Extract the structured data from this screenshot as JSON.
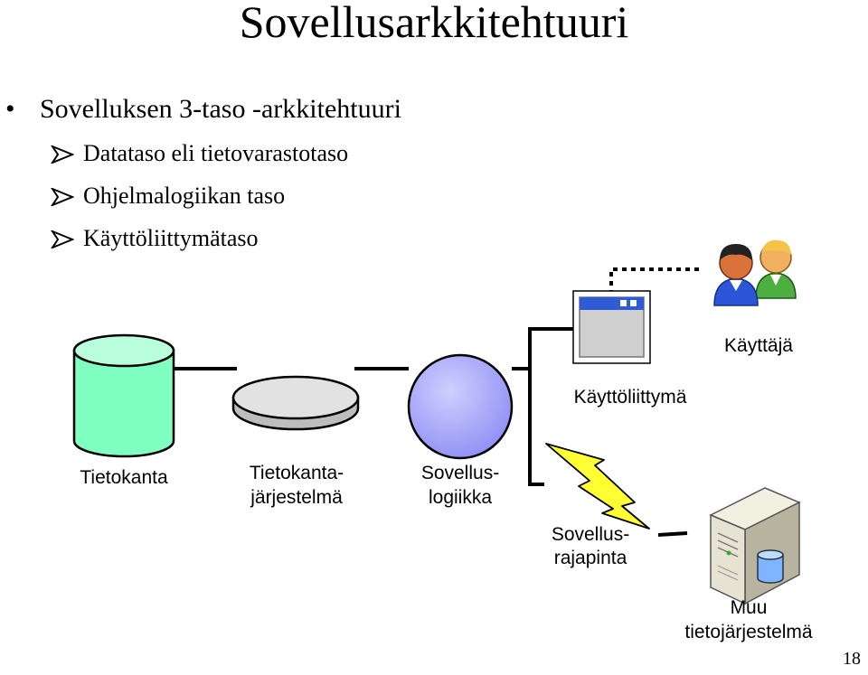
{
  "slide": {
    "title": "Sovellusarkkitehtuuri",
    "bullet": "Sovelluksen 3-taso -arkkitehtuuri",
    "sub_bullets": [
      "Datataso eli tietovarastotaso",
      "Ohjelmalogiikan taso",
      "Käyttöliittymätaso"
    ],
    "page_number": "18"
  },
  "diagram": {
    "labels": {
      "database": "Tietokanta",
      "dbms_line1": "Tietokanta-",
      "dbms_line2": "järjestelmä",
      "logic_line1": "Sovellus-",
      "logic_line2": "logiikka",
      "ui": "Käyttöliittymä",
      "user": "Käyttäjä",
      "api_line1": "Sovellus-",
      "api_line2": "rajapinta",
      "other_line1": "Muu",
      "other_line2": "tietojärjestelmä"
    },
    "colors": {
      "database": "#7fffc0",
      "dbms": "#e2e2e2",
      "logic_sphere": "#9a9aff",
      "window_titlebar": "#2e5bd6",
      "lightning": "#ffff33"
    },
    "icons": [
      "bullet-dot-icon",
      "arrow-bullet-icon",
      "window-icon",
      "users-icon",
      "lightning-icon",
      "server-icon"
    ]
  }
}
